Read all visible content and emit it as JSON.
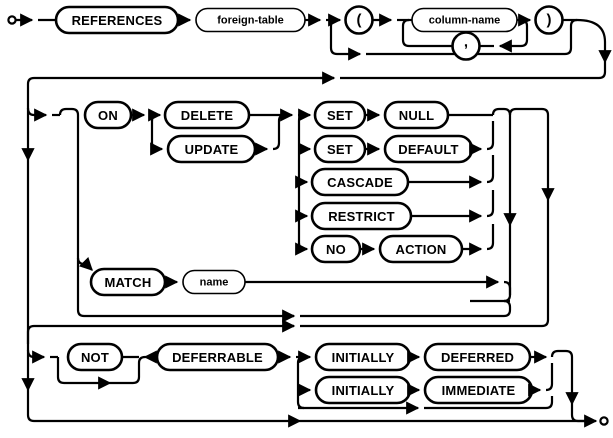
{
  "diagram": {
    "title": "REFERENCES clause railroad syntax diagram",
    "type": "railroad-syntax-diagram",
    "colors": {
      "line": "#000000",
      "background": "#ffffff",
      "text": "#000000"
    },
    "start_marker": "circle-dot",
    "end_marker": "circle-dot"
  },
  "nodes": {
    "references": {
      "label": "REFERENCES",
      "kind": "keyword"
    },
    "foreign_table": {
      "label": "foreign-table",
      "kind": "nonterminal"
    },
    "lparen": {
      "label": "(",
      "kind": "punctuation"
    },
    "column_name": {
      "label": "column-name",
      "kind": "nonterminal"
    },
    "comma": {
      "label": ",",
      "kind": "punctuation"
    },
    "rparen": {
      "label": ")",
      "kind": "punctuation"
    },
    "on": {
      "label": "ON",
      "kind": "keyword"
    },
    "delete": {
      "label": "DELETE",
      "kind": "keyword"
    },
    "update": {
      "label": "UPDATE",
      "kind": "keyword"
    },
    "set_null_set": {
      "label": "SET",
      "kind": "keyword"
    },
    "null": {
      "label": "NULL",
      "kind": "keyword"
    },
    "set_default_set": {
      "label": "SET",
      "kind": "keyword"
    },
    "default": {
      "label": "DEFAULT",
      "kind": "keyword"
    },
    "cascade": {
      "label": "CASCADE",
      "kind": "keyword"
    },
    "restrict": {
      "label": "RESTRICT",
      "kind": "keyword"
    },
    "no": {
      "label": "NO",
      "kind": "keyword"
    },
    "action": {
      "label": "ACTION",
      "kind": "keyword"
    },
    "match": {
      "label": "MATCH",
      "kind": "keyword"
    },
    "name": {
      "label": "name",
      "kind": "nonterminal"
    },
    "not": {
      "label": "NOT",
      "kind": "keyword"
    },
    "deferrable": {
      "label": "DEFERRABLE",
      "kind": "keyword"
    },
    "initially_deferred": {
      "label": "INITIALLY",
      "kind": "keyword"
    },
    "deferred": {
      "label": "DEFERRED",
      "kind": "keyword"
    },
    "initially_immediate": {
      "label": "INITIALLY",
      "kind": "keyword"
    },
    "immediate": {
      "label": "IMMEDIATE",
      "kind": "keyword"
    }
  },
  "rows": {
    "row1": "REFERENCES foreign-table ( column-name , ... )",
    "row2": "ON DELETE | UPDATE -> SET NULL | SET DEFAULT | CASCADE | RESTRICT | NO ACTION",
    "row3": "MATCH name",
    "row4": "NOT DEFERRABLE INITIALLY DEFERRED | INITIALLY IMMEDIATE"
  }
}
